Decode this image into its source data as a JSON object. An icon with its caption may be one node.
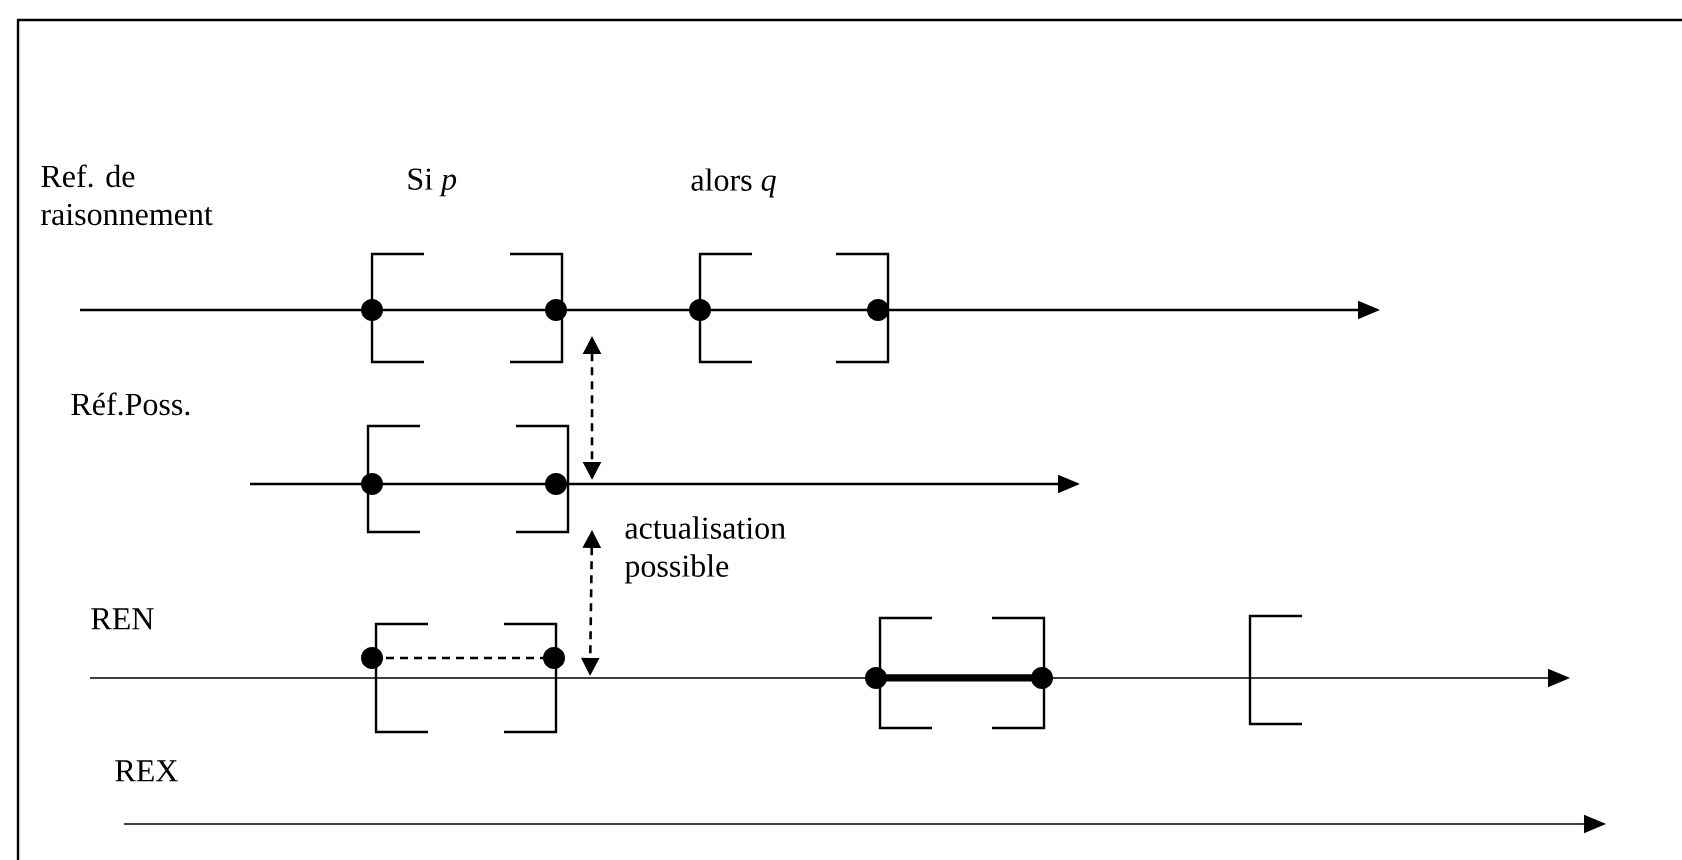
{
  "diagram": {
    "nodes": [
      {
        "text": [],
        "shape": "circle"
      },
      {
        "text": [],
        "shape": "circle"
      },
      {
        "text": [],
        "shape": "circle"
      },
      {
        "text": [],
        "shape": "circle"
      },
      {
        "text": [],
        "shape": "circle"
      },
      {
        "text": [],
        "shape": "circle"
      },
      {
        "text": [],
        "shape": "circle"
      },
      {
        "text": [],
        "shape": "circle"
      },
      {
        "text": [],
        "shape": "circle"
      },
      {
        "text": [],
        "shape": "circle"
      }
    ],
    "edges": [
      {
        "from": 6,
        "to": 7,
        "arrow": "none",
        "style": "dashed"
      },
      {
        "from": 8,
        "to": 9,
        "arrow": "none",
        "style": "thick"
      },
      {
        "from": 1,
        "to": 5,
        "arrow": "both",
        "style": "dashed"
      },
      {
        "from": 5,
        "to": 7,
        "arrow": "both",
        "style": "dashed"
      }
    ],
    "labels": [
      "Ref. de raisonnement",
      "Si *p*",
      "alors *q*",
      "Réf.Poss.",
      "actualisation possible",
      "REN",
      "REX"
    ]
  }
}
